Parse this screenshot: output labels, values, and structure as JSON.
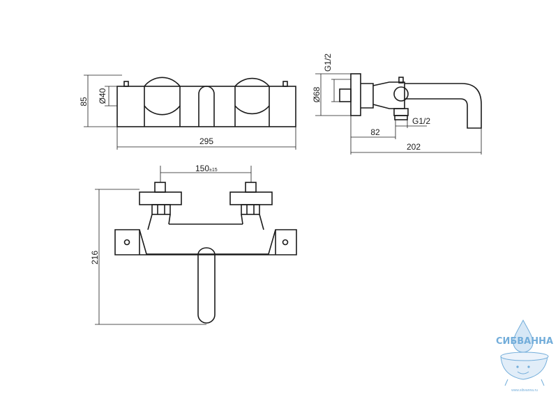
{
  "dimensions": {
    "top_view": {
      "height": "85",
      "diameter": "Ø40",
      "width": "295"
    },
    "side_view": {
      "thread_top": "G1/2",
      "diameter": "Ø68",
      "spout_offset": "82",
      "thread_bottom": "G1/2",
      "depth": "202"
    },
    "front_view": {
      "spacing": "150",
      "tolerance": "±15",
      "height": "216"
    }
  },
  "watermark": {
    "brand": "СИБВАННА",
    "url": "www.sibvanna.ru"
  },
  "colors": {
    "line": "#1a1a1a",
    "watermark": "#5a9fd4"
  }
}
